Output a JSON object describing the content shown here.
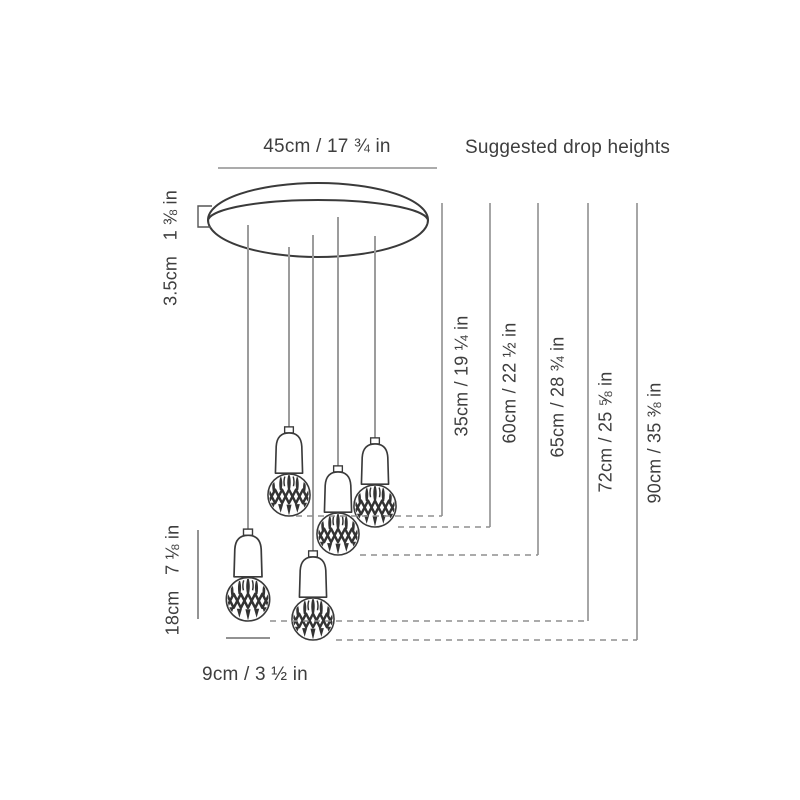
{
  "heading": "Suggested drop heights",
  "dimensions": {
    "canopy_width": "45cm / 17 ¾ in",
    "canopy_thickness": "3.5cm   1 ⅜ in",
    "lamp_height": "18cm   7 ⅛ in",
    "bulb_width": "9cm / 3 ½ in"
  },
  "drop_heights": [
    "35cm / 19 ¼ in",
    "60cm / 22 ½ in",
    "65cm / 28 ¾ in",
    "72cm / 25 ⅝ in",
    "90cm / 35 ⅜ in"
  ],
  "colors": {
    "outline": "#3a3a3a",
    "dimension_line": "#8f8f8f",
    "cord": "#9c9c9c",
    "text": "#3e3e3e",
    "background": "#ffffff"
  }
}
